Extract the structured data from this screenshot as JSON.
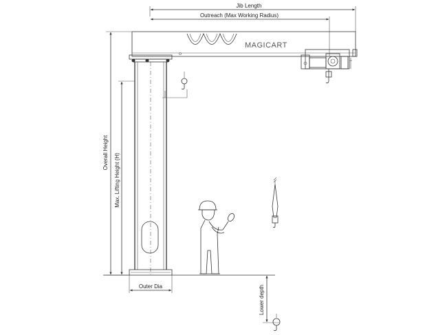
{
  "labels": {
    "jib_length": "Jib Length",
    "outreach": "Outreach (Max Working Radius)",
    "overall_height": "Overall Height",
    "max_lifting_height": "Max. Lifting Height (H)",
    "outer_dia": "Outer Dia",
    "lower_depth": "Lower depth",
    "brand": "MAGICART"
  },
  "colors": {
    "line": "#333333",
    "background": "#ffffff"
  }
}
